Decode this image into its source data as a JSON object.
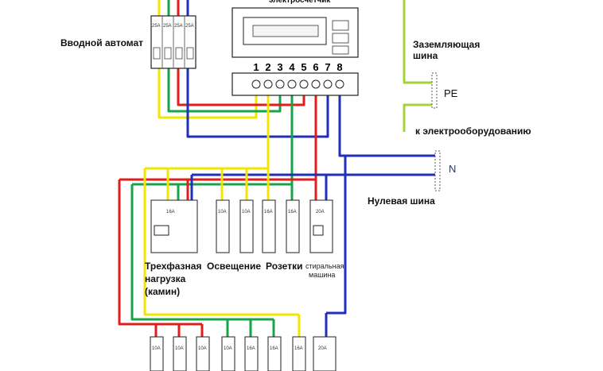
{
  "labels": {
    "meter_title_fragment": "электросчетчик",
    "input_breaker": "Вводной автомат",
    "ground_bus": [
      "Заземляющая",
      "шина"
    ],
    "pe": "PE",
    "to_equipment": "к электрооборудованию",
    "n": "N",
    "neutral_bus": "Нулевая шина",
    "three_phase_load": [
      "Трехфазная",
      "нагрузка",
      "(камин)"
    ],
    "lighting": "Освещение",
    "sockets": "Розетки",
    "washing_machine": [
      "стиральная",
      "машина"
    ]
  },
  "meter_terminals": [
    "1",
    "2",
    "3",
    "4",
    "5",
    "6",
    "7",
    "8"
  ],
  "breakers": {
    "input": [
      "25A",
      "25A",
      "25A",
      "25A"
    ],
    "rcd_3ph": "16A",
    "lighting": [
      "10A",
      "10A"
    ],
    "sockets": [
      "16A",
      "16A"
    ],
    "washer_group": "16A",
    "washer_rcd": "20A",
    "bottom_row": [
      "10A",
      "10A",
      "10A",
      "10A",
      "16A",
      "16A",
      "16A",
      "20A"
    ]
  },
  "colors": {
    "phase_L1": "#f2e600",
    "phase_L2": "#16a34a",
    "phase_L3": "#e11d1d",
    "neutral": "#1e2fb8",
    "ground": "#a3d33a"
  }
}
